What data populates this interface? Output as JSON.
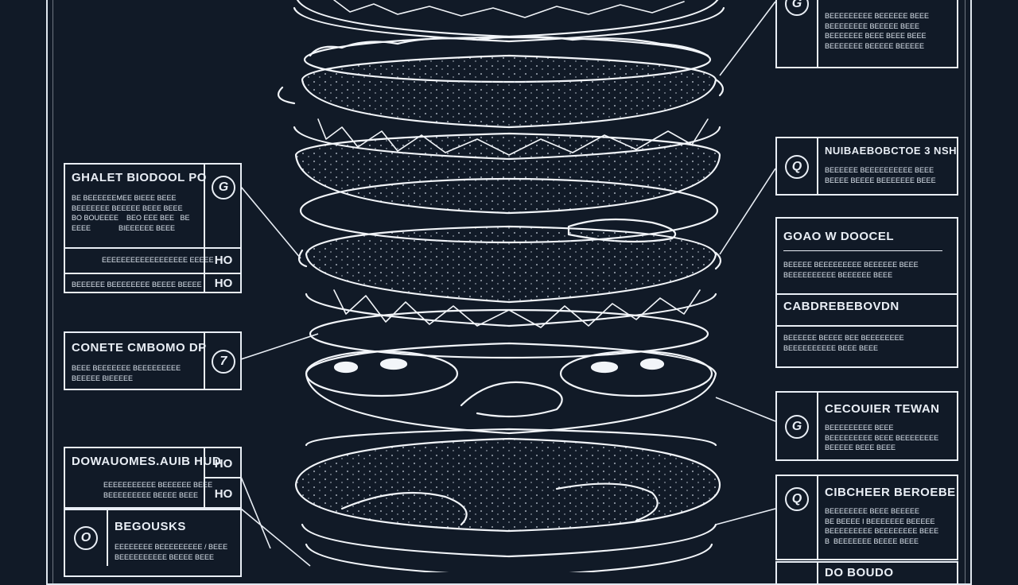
{
  "left_boxes": [
    {
      "title": "GHALET BIODOOL PO",
      "badge": "G",
      "body": "BE BEEEEEEMEE BIEEE BEEE\nBEEEEEEE BEEEEE BEEE BEEE\nBO BOUEEEE    BEO EEE BEE   BE\nEEEE              BIEEEEEE BEEE",
      "rows": [
        {
          "text": "EEEEEEEEEEEEEEEEEE EEEEE",
          "value": "HO"
        },
        {
          "text": "BEEEEEE BEEEEEEEE BEEEE BEEEE",
          "value": "HO"
        }
      ]
    },
    {
      "title": "CONETE CMBOMO DP",
      "badge": "7",
      "body": "BEEE BEEEEEEE BEEEEEEEEE\nBEEEEE BIEEEEE"
    },
    {
      "title": "DOWAUOMES.AUIB  HUD",
      "value_1": "HO",
      "value_2": "HO",
      "body": "EEEEEEEEEEE BEEEEEE BEEE\nBEEEEEEEEE BEEEE BEEE"
    },
    {
      "title": "BEGOUSKS",
      "badge": "O",
      "body": "EEEEEEEE BEEEEEEEEE / BEEE\nBEEEEEEEEEE BEEEE BEEE"
    }
  ],
  "right_boxes": [
    {
      "badge": "G",
      "body": "BEEEEEEEEE BEEEEEE BEEE\nBEEEEEEEE BEEEEE BEEE\nBEEEEEEE BEEE BEEE BEEE\nBEEEEEEE BEEEEE BEEEEE"
    },
    {
      "title": "NUIBAEBOBCTOE 3 NSH",
      "badge": "Q",
      "body": "BEEEEEE BEEEEEEEEEE BEEE\nBEEEE BEEEE BEEEEEEE BEEE"
    },
    {
      "title": "GOAO W DOOCEL",
      "body": "BEEEEE BEEEEEEEEE BEEEEEE BEEE\nBEEEEEEEEEE BEEEEEE BEEE",
      "subtitle": "CABDREBEBOVDN",
      "body_2": "BEEEEEE BEEEE BEE BEEEEEEEE\nBEEEEEEEEEE BEEE BEEE"
    },
    {
      "title": "CECOUIER TEWAN",
      "badge": "G",
      "body": "BEEEEEEEEE BEEE\nBEEEEEEEEE BEEE BEEEEEEEE\nBEEEEE BEEE BEEE"
    },
    {
      "title": "CIBCHEER BEROEBE",
      "badge": "Q",
      "body": "BEEEEEEEE BEEE BEEEEE\nBE BEEEE I BEEEEEEE BEEEEE\nBEEEEEEEEE BEEEEEEEE BEEE\nB  BEEEEEEE BEEEE BEEE"
    },
    {
      "title": "DO BOUDO"
    }
  ],
  "colors": {
    "background": "#111a27",
    "line": "#e9eef5"
  }
}
